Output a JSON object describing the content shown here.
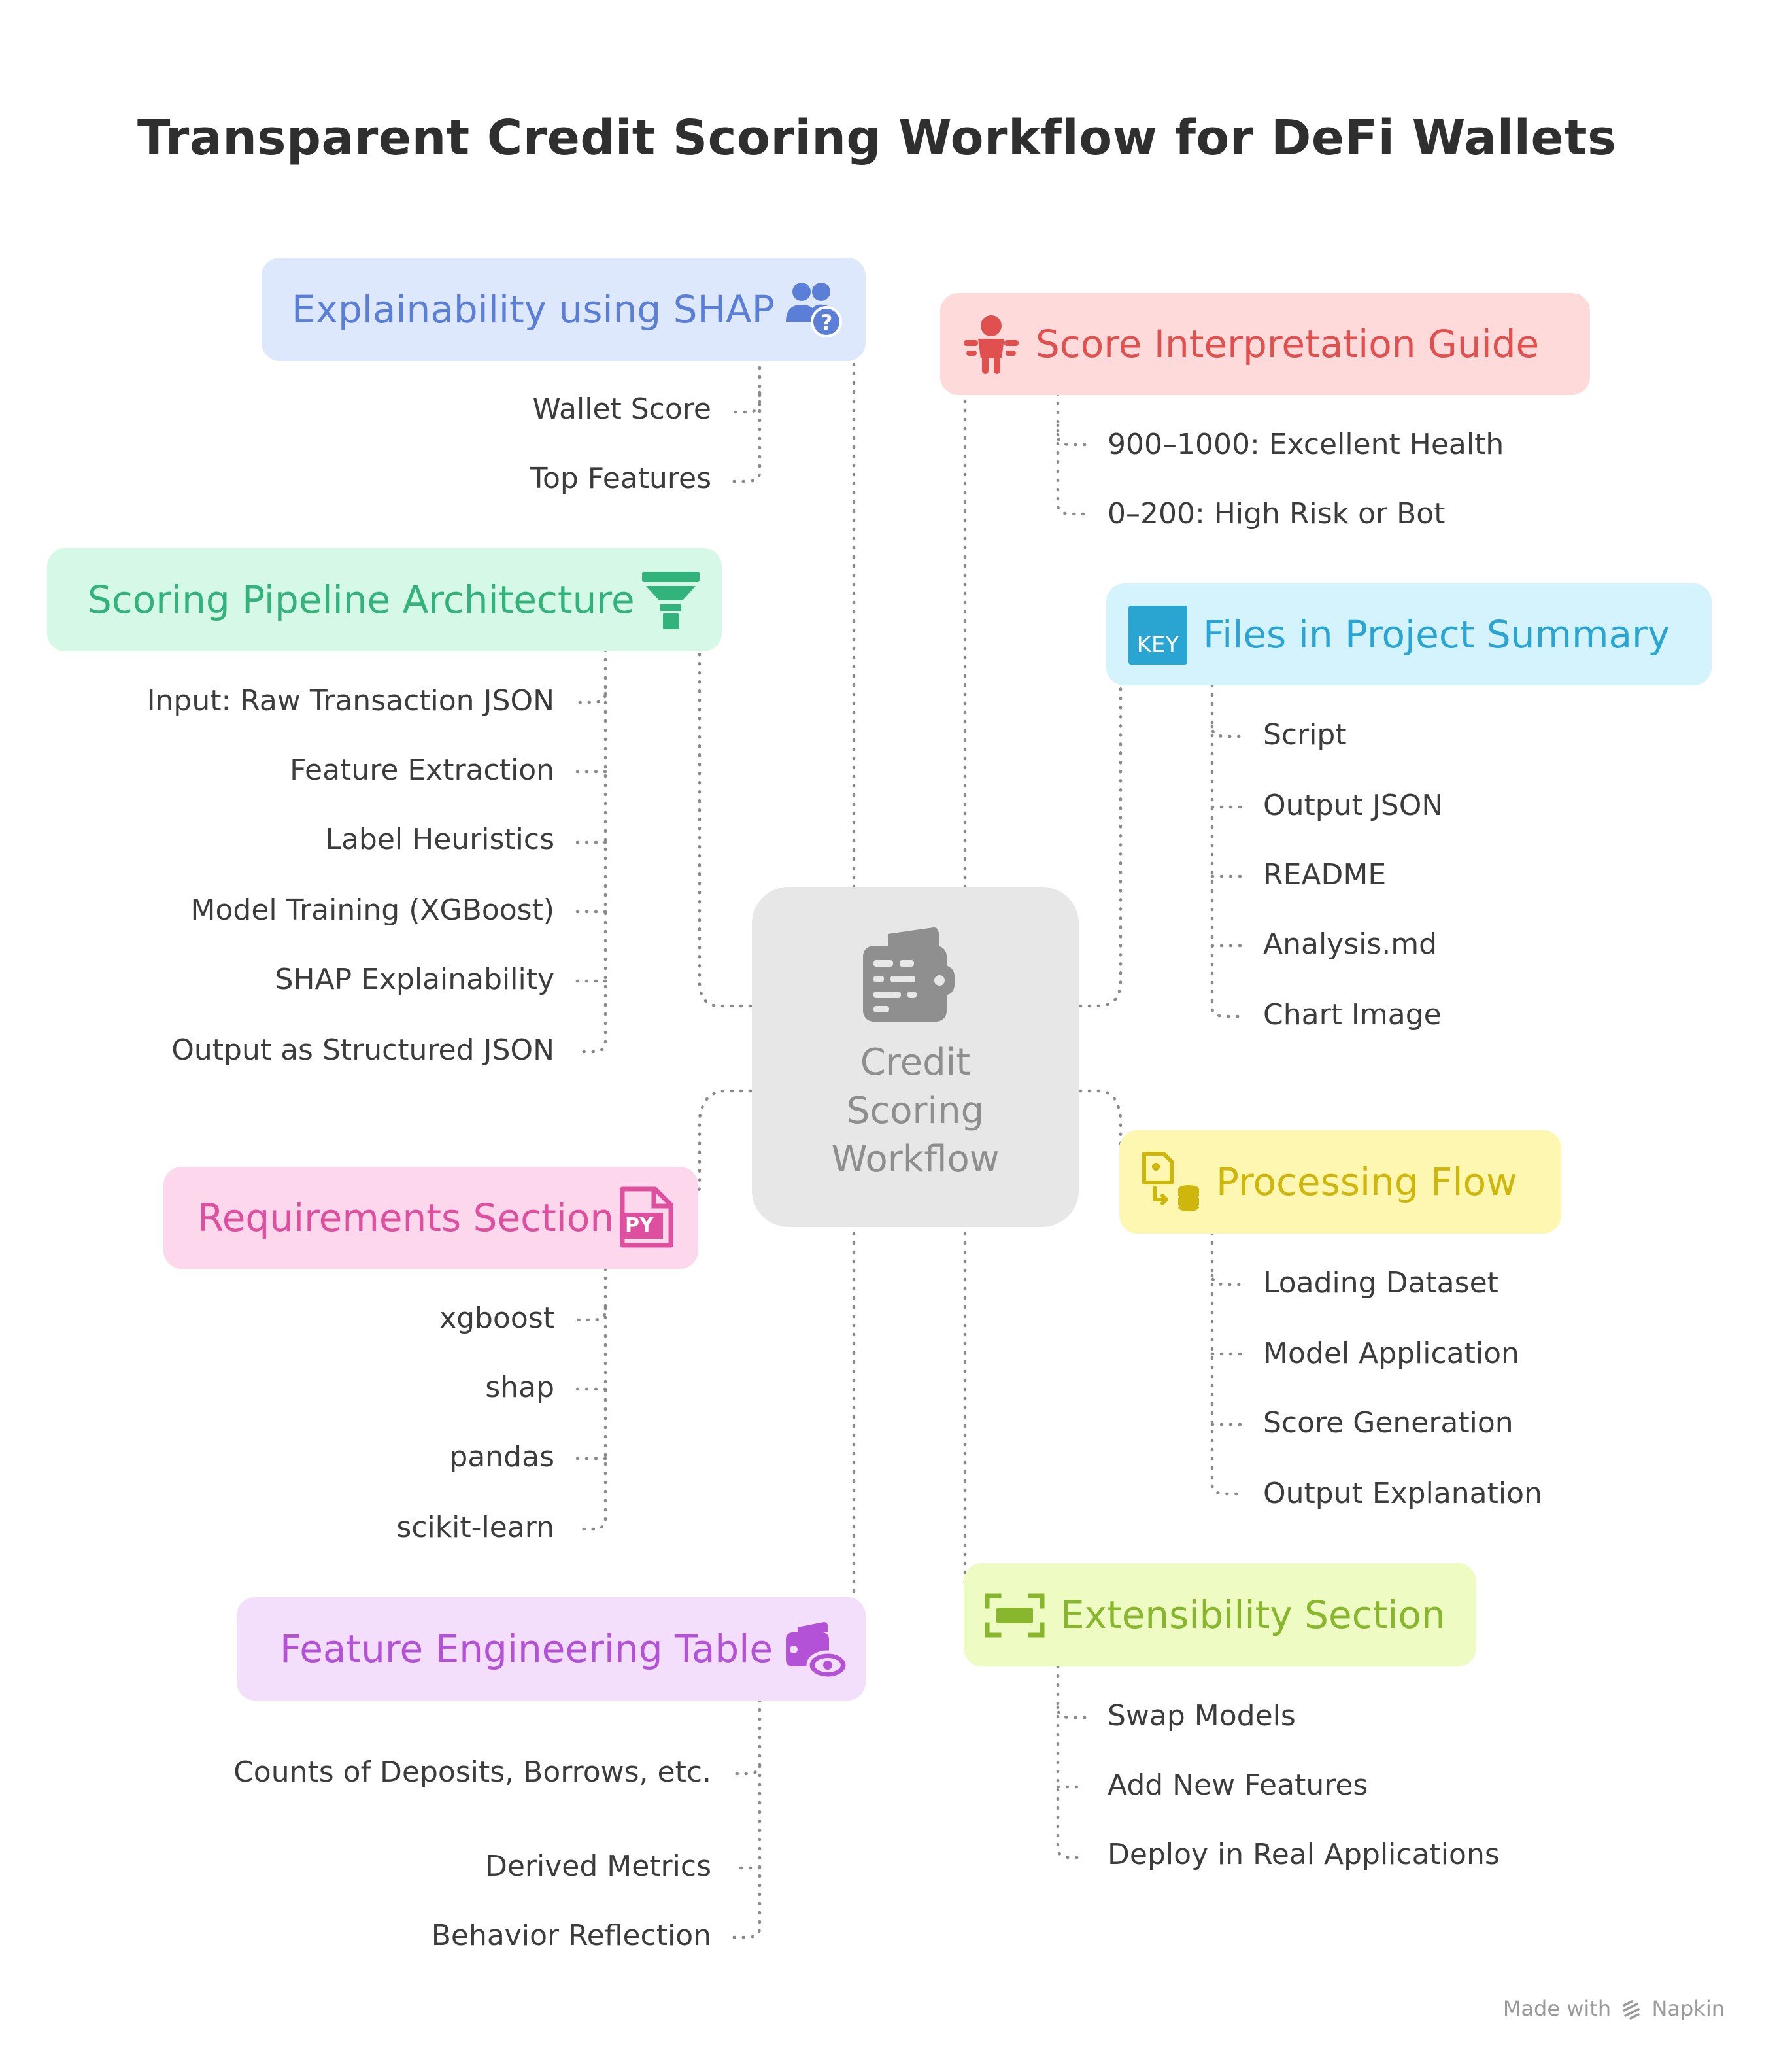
{
  "title": "Transparent Credit Scoring Workflow for DeFi Wallets",
  "center": {
    "label": "Credit Scoring Workflow",
    "icon": "wallet-icon"
  },
  "branches": {
    "shap": {
      "title": "Explainability using SHAP",
      "icon": "users-question-icon",
      "color": "#5b7fd6",
      "bg": "#dde8fd",
      "items": [
        "Wallet Score",
        "Top Features"
      ]
    },
    "score": {
      "title": "Score Interpretation Guide",
      "icon": "person-alert-icon",
      "color": "#e0504f",
      "bg": "#fedada",
      "items": [
        "900–1000: Excellent Health",
        "0–200: High Risk or Bot"
      ]
    },
    "pipeline": {
      "title": "Scoring Pipeline Architecture",
      "icon": "funnel-icon",
      "color": "#33b37c",
      "bg": "#d6f8e6",
      "items": [
        "Input: Raw Transaction JSON",
        "Feature Extraction",
        "Label Heuristics",
        "Model Training (XGBoost)",
        "SHAP Explainability",
        "Output as Structured JSON"
      ]
    },
    "files": {
      "title": "Files in Project Summary",
      "icon": "key-icon",
      "icon_text": "KEY",
      "color": "#2aa5d2",
      "bg": "#d4f3fc",
      "items": [
        "Script",
        "Output JSON",
        "README",
        "Analysis.md",
        "Chart Image"
      ]
    },
    "requirements": {
      "title": "Requirements Section",
      "icon": "python-file-icon",
      "icon_text": "PY",
      "color": "#df4f9f",
      "bg": "#fdd8ec",
      "items": [
        "xgboost",
        "shap",
        "pandas",
        "scikit-learn"
      ]
    },
    "processing": {
      "title": "Processing Flow",
      "icon": "data-flow-icon",
      "color": "#cfb60c",
      "bg": "#fdf7b2",
      "items": [
        "Loading Dataset",
        "Model Application",
        "Score Generation",
        "Output Explanation"
      ]
    },
    "feature": {
      "title": "Feature Engineering Table",
      "icon": "wallet-eye-icon",
      "color": "#b352d6",
      "bg": "#f3defb",
      "items": [
        "Counts of Deposits, Borrows, etc.",
        "Derived Metrics",
        "Behavior Reflection"
      ]
    },
    "extensibility": {
      "title": "Extensibility Section",
      "icon": "expand-icon",
      "color": "#88b62c",
      "bg": "#eefcc4",
      "items": [
        "Swap Models",
        "Add New Features",
        "Deploy in Real Applications"
      ]
    }
  },
  "footer": {
    "made_with": "Made with",
    "brand": "Napkin"
  }
}
